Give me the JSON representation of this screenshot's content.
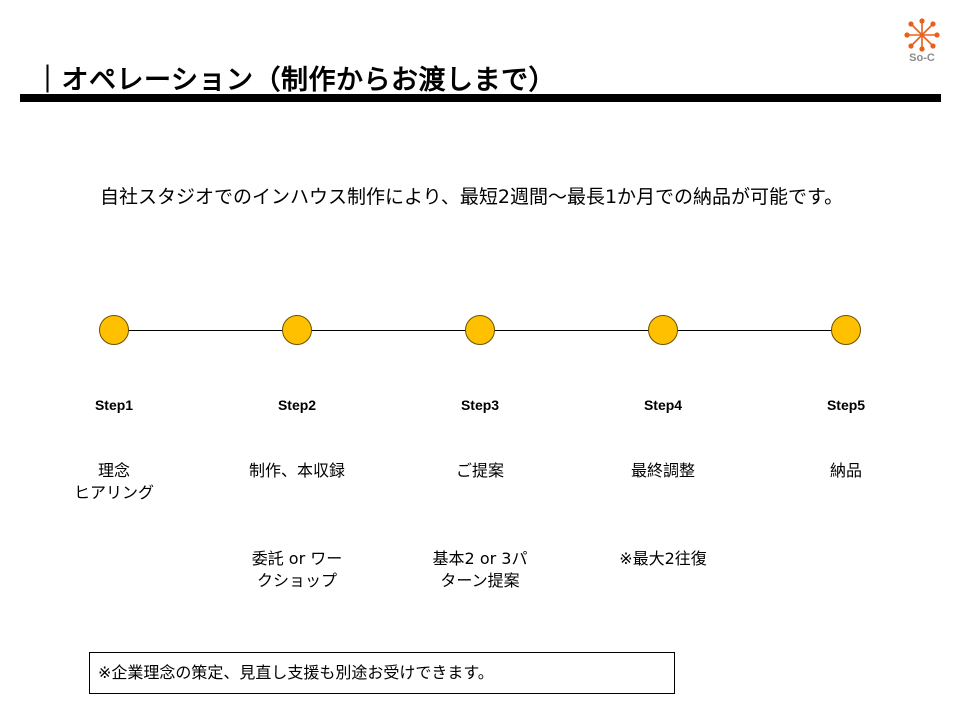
{
  "brand": {
    "logo_text": "So-C",
    "logo_icon": "asterisk-network-icon",
    "accent_color": "#E8601C",
    "logo_text_color": "#8C8C8C"
  },
  "header": {
    "title": "｜オペレーション（制作からお渡しまで）"
  },
  "intro": {
    "text": "自社スタジオでのインハウス制作により、最短2週間〜最長1か月での納品が可能です。"
  },
  "timeline": {
    "dot_color": "#FFC000",
    "steps": [
      {
        "label": "Step1",
        "desc_lines": [
          "理念",
          "ヒアリング"
        ],
        "note_lines": []
      },
      {
        "label": "Step2",
        "desc_lines": [
          "制作、本収録"
        ],
        "note_lines": [
          "委託 or ワー",
          "クショップ"
        ]
      },
      {
        "label": "Step3",
        "desc_lines": [
          "ご提案"
        ],
        "note_lines": [
          "基本2 or 3パ",
          "ターン提案"
        ]
      },
      {
        "label": "Step4",
        "desc_lines": [
          "最終調整"
        ],
        "note_lines": [
          "※最大2往復"
        ]
      },
      {
        "label": "Step5",
        "desc_lines": [
          "納品"
        ],
        "note_lines": []
      }
    ]
  },
  "footnote": {
    "text": "※企業理念の策定、見直し支援も別途お受けできます。"
  }
}
